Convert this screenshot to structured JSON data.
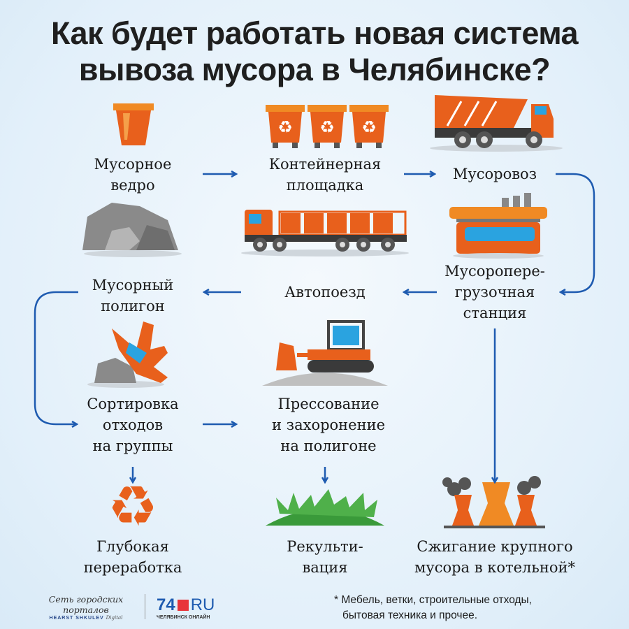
{
  "title": {
    "line1": "Как будет работать новая система",
    "line2": "вывоза мусора в Челябинске?"
  },
  "steps": [
    {
      "line1": "Мусорное",
      "line2": "ведро",
      "icon": "trash-bucket-icon"
    },
    {
      "line1": "Контейнерная",
      "line2": "площадка",
      "icon": "recycle-containers-icon"
    },
    {
      "line1": "Мусоровоз",
      "icon": "garbage-truck-icon"
    },
    {
      "line1": "Мусоропере-",
      "line2": "грузочная",
      "line3": "станция",
      "icon": "transfer-station-icon"
    },
    {
      "line1": "Автопоезд",
      "icon": "road-train-icon"
    },
    {
      "line1": "Мусорный",
      "line2": "полигон",
      "icon": "landfill-icon"
    },
    {
      "line1": "Сортировка",
      "line2": "отходов",
      "line3": "на группы",
      "icon": "sorting-glove-icon"
    },
    {
      "line1": "Прессование",
      "line2": "и захоронение",
      "line3": "на полигоне",
      "icon": "bulldozer-icon"
    },
    {
      "line1": "Глубокая",
      "line2": "переработка",
      "icon": "recycle-icon"
    },
    {
      "line1": "Рекульти-",
      "line2": "вация",
      "icon": "grass-hill-icon"
    },
    {
      "line1": "Сжигание крупного",
      "line2": "мусора в котельной*",
      "icon": "power-plant-icon"
    }
  ],
  "footnote": {
    "line1": "* Мебель, ветки, строительные отходы,",
    "line2": "бытовая техника и прочее."
  },
  "footer": {
    "network": "Сеть городских порталов",
    "publisher": "HEARST SHKULEV",
    "publisher_suffix": "Digital",
    "site_number": "74",
    "site_tld": "RU",
    "site_sub": "ЧЕЛЯБИНСК ОНЛАЙН"
  },
  "colors": {
    "orange": "#e8601c",
    "orange_light": "#f08a24",
    "arrow_blue": "#1e5bb0",
    "dark": "#3a3a3a",
    "glass": "#2aa3e0",
    "green": "#3a9a3a"
  }
}
